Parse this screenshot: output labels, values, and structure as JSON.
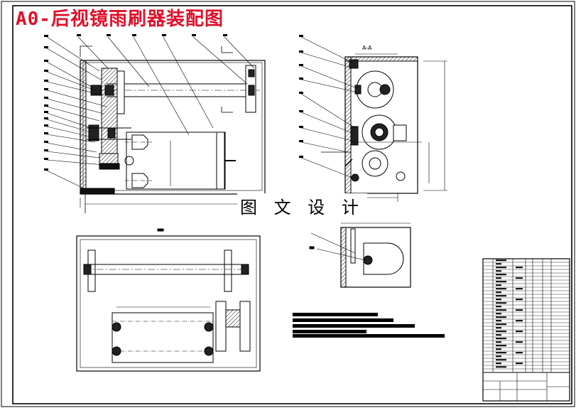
{
  "title": "A0-后视镜雨刷器装配图",
  "watermark": "图 文 设 计",
  "section_label": "A-A",
  "colors": {
    "title": "#e0102a",
    "line": "#000000",
    "hatch": "#555555"
  }
}
